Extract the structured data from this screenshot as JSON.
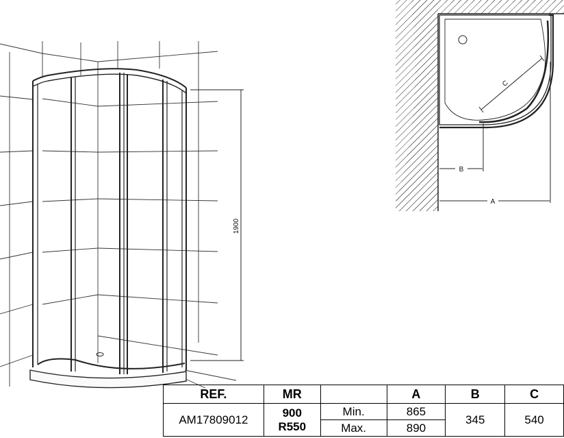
{
  "diagram": {
    "height_label": "1900",
    "plan_labels": {
      "a": "A",
      "b": "B",
      "c": "C"
    }
  },
  "table": {
    "headers": {
      "ref": "REF.",
      "mr": "MR",
      "blank": "",
      "a": "A",
      "b": "B",
      "c": "C"
    },
    "ref": "AM17809012",
    "mr_size": "900",
    "mr_radius": "R550",
    "rows": [
      {
        "label": "Min.",
        "a": "865"
      },
      {
        "label": "Max.",
        "a": "890"
      }
    ],
    "b": "345",
    "c": "540"
  },
  "colors": {
    "line": "#222222",
    "hatch": "#333333"
  }
}
